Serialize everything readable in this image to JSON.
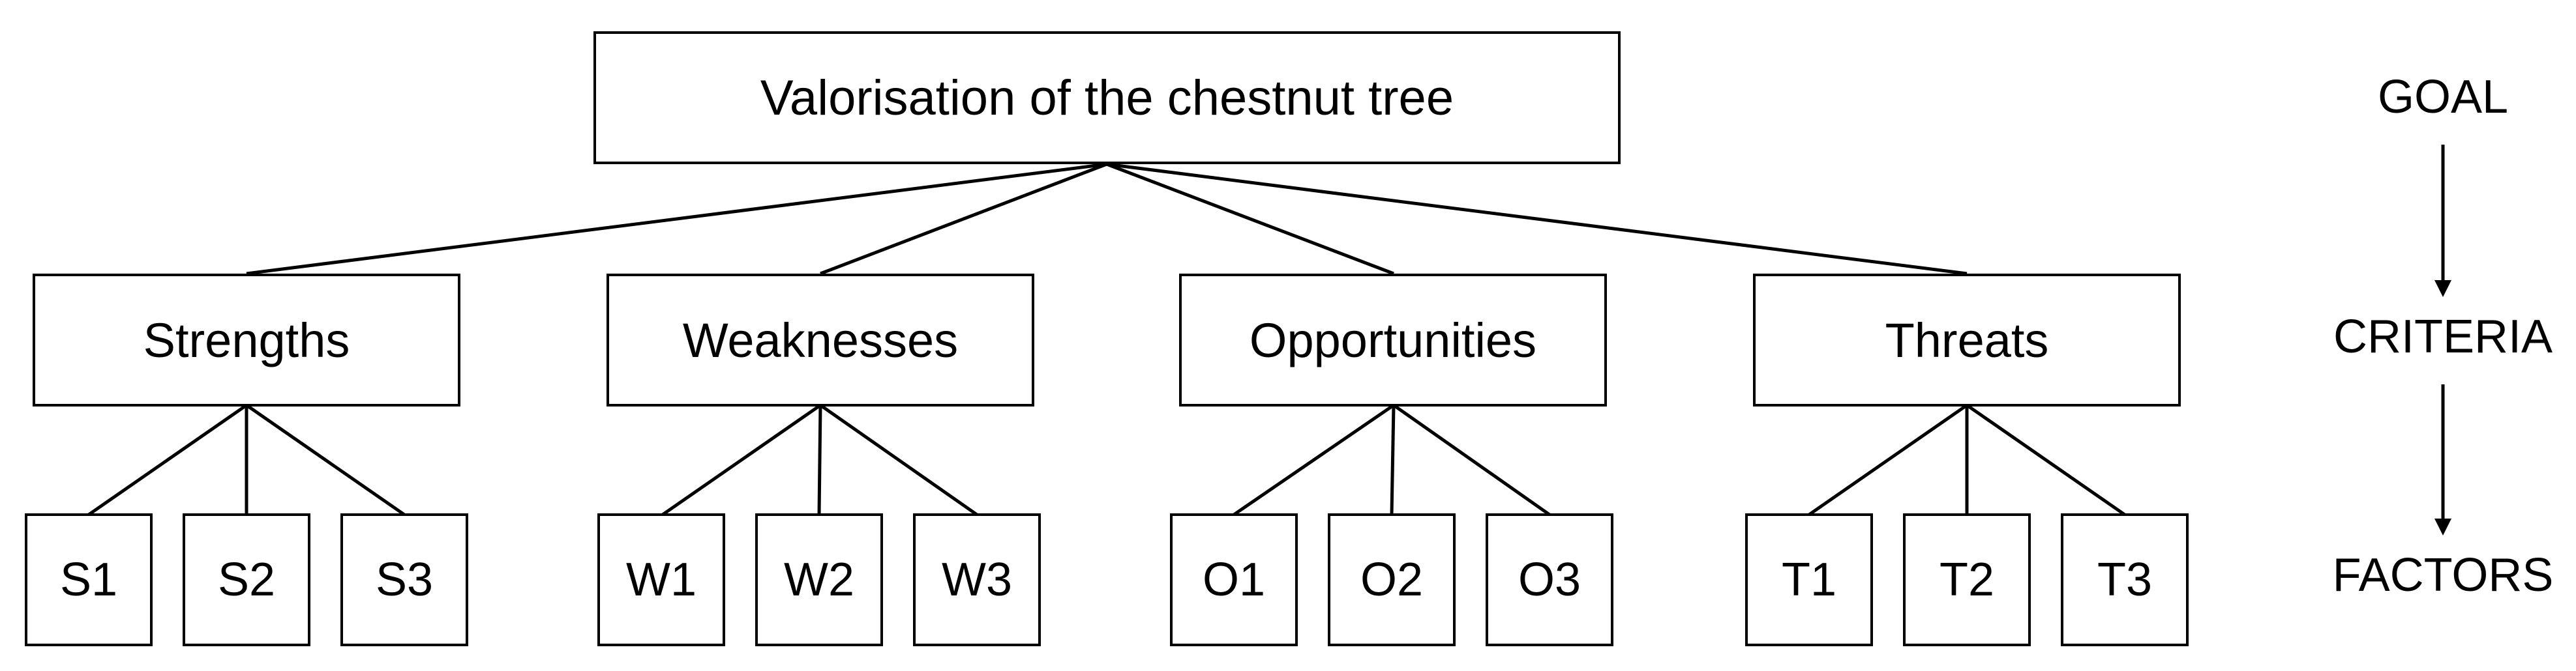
{
  "goal": {
    "label": "Valorisation of the chestnut tree"
  },
  "criteria": [
    {
      "label": "Strengths",
      "factors": [
        "S1",
        "S2",
        "S3"
      ]
    },
    {
      "label": "Weaknesses",
      "factors": [
        "W1",
        "W2",
        "W3"
      ]
    },
    {
      "label": "Opportunities",
      "factors": [
        "O1",
        "O2",
        "O3"
      ]
    },
    {
      "label": "Threats",
      "factors": [
        "T1",
        "T2",
        "T3"
      ]
    }
  ],
  "levels": {
    "goal": "GOAL",
    "criteria": "CRITERIA",
    "factors": "FACTORS"
  },
  "colors": {
    "stroke": "#000000",
    "background": "#ffffff"
  }
}
